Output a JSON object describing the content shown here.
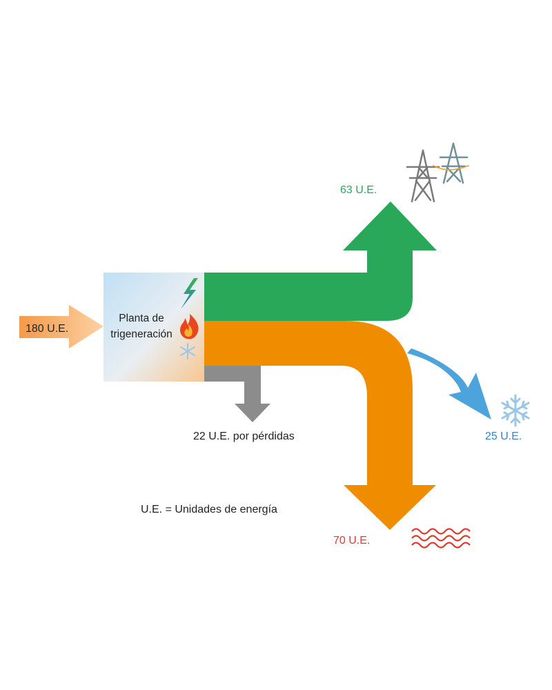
{
  "input": {
    "label": "180 U.E.",
    "value": 180
  },
  "plant": {
    "line1": "Planta de",
    "line2": "trigeneración"
  },
  "flows": {
    "electricity": {
      "label": "63 U.E.",
      "value": 63,
      "color": "#2aa85a",
      "icon": "power-tower-icon"
    },
    "losses": {
      "label": "22 U.E. por pérdidas",
      "value": 22,
      "color": "#8c8c8c"
    },
    "cooling": {
      "label": "25 U.E.",
      "value": 25,
      "color": "#4da3dc",
      "icon": "snowflake-icon"
    },
    "heat": {
      "label": "70 U.E.",
      "value": 70,
      "color": "#f08c00",
      "icon": "heat-waves-icon"
    }
  },
  "input_color": "#f6a35c",
  "label_colors": {
    "electricity": "#2aa85a",
    "cooling": "#2f86c8",
    "heat": "#e03a2e",
    "text": "#222222"
  },
  "legend": {
    "text": "U.E. = Unidades de energía"
  }
}
